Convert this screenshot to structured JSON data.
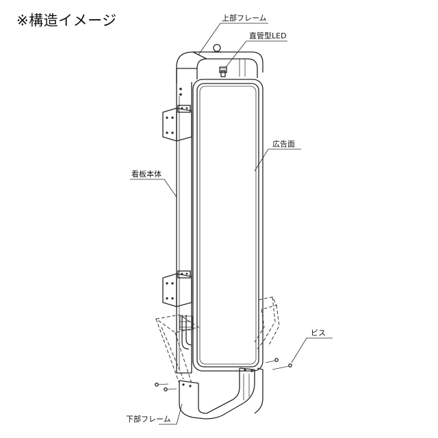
{
  "title": "※構造イメージ",
  "labels": {
    "upper_frame": "上部フレーム",
    "led_tube": "直管型LED",
    "ad_face": "広告面",
    "body": "看板本体",
    "screw": "ビス",
    "lower_frame": "下部フレーム"
  },
  "colors": {
    "line": "#222222",
    "background": "#ffffff"
  }
}
